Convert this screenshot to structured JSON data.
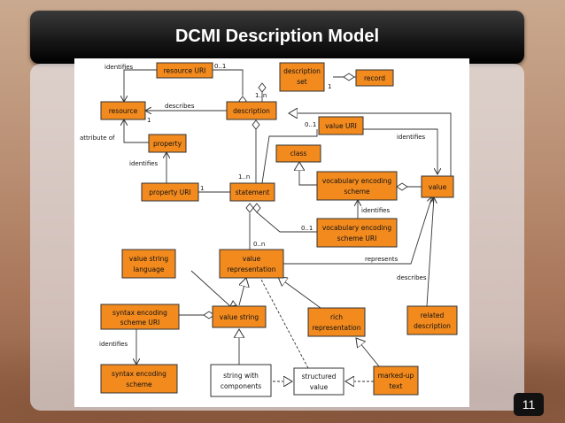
{
  "slide": {
    "title": "DCMI Description Model",
    "page_number": "11"
  },
  "boxes": {
    "resource_uri": "resource URI",
    "description_set": [
      "description",
      "set"
    ],
    "record": "record",
    "resource": "resource",
    "description": "description",
    "value_uri": "value URI",
    "property": "property",
    "class": "class",
    "property_uri": "property URI",
    "statement": "statement",
    "vocab_scheme": [
      "vocabulary encoding",
      "scheme"
    ],
    "value": "value",
    "vocab_scheme_uri": [
      "vocabulary encoding",
      "scheme URI"
    ],
    "value_string_language": [
      "value string",
      "language"
    ],
    "value_representation": [
      "value",
      "representation"
    ],
    "syntax_scheme_uri": [
      "syntax encoding",
      "scheme URI"
    ],
    "value_string": "value string",
    "rich_representation": [
      "rich",
      "representation"
    ],
    "related_description": [
      "related",
      "description"
    ],
    "syntax_scheme": [
      "syntax encoding",
      "scheme"
    ],
    "string_components": [
      "string with",
      "components"
    ],
    "structured_value": [
      "structured",
      "value"
    ],
    "marked_up_text": [
      "marked-up",
      "text"
    ]
  },
  "labels": {
    "identifies_1": "identifies",
    "describes_1": "describes",
    "attribute_of": "attribute of",
    "identifies_2": "identifies",
    "identifies_3": "identifies",
    "identifies_4": "identifies",
    "identifies_5": "identifies",
    "represents": "represents",
    "describes_2": "describes"
  },
  "multiplicities": {
    "m_0_1_a": "0..1",
    "m_1_n_a": "1..n",
    "m_1_a": "1",
    "m_1_b": "1",
    "m_0_1_b": "0..1",
    "m_1_n_b": "1..n",
    "m_1_c": "1",
    "m_0_1_c": "0..1",
    "m_0_n": "0..n"
  }
}
